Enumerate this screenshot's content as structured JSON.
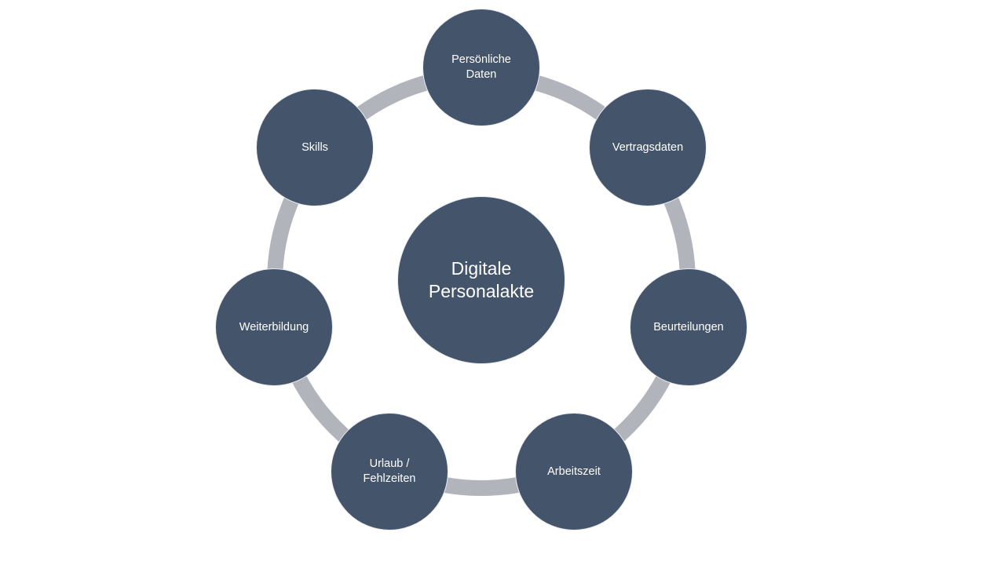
{
  "diagram": {
    "center": {
      "line1": "Digitale",
      "line2": "Personalakte"
    },
    "nodes": [
      {
        "label": "Persönliche Daten"
      },
      {
        "label": "Vertragsdaten"
      },
      {
        "label": "Beurteilungen"
      },
      {
        "label": "Arbeitszeit"
      },
      {
        "label": "Urlaub / Fehlzeiten"
      },
      {
        "label": "Weiterbildung"
      },
      {
        "label": "Skills"
      }
    ],
    "colors": {
      "node_fill": "#44546a",
      "ring": "#b1b4bb",
      "text": "#ffffff"
    }
  }
}
